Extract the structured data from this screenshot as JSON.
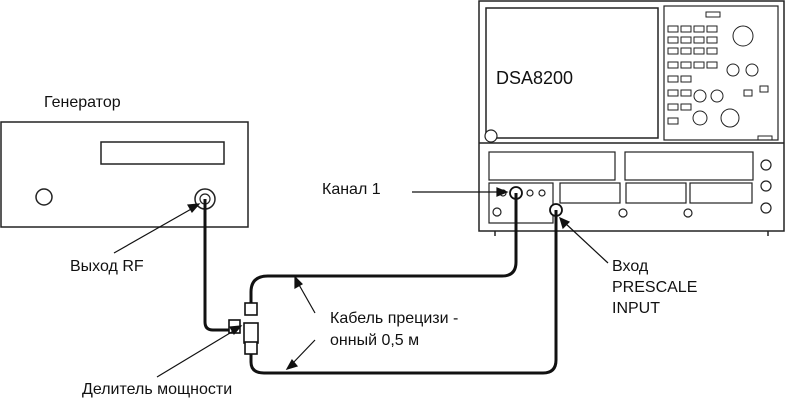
{
  "labels": {
    "generator": "Генератор",
    "scope_model": "DSA8200",
    "channel1": "Канал 1",
    "rf_output": "Выход RF",
    "prescale_line1": "Вход",
    "prescale_line2": "PRESCALE",
    "prescale_line3": "INPUT",
    "cable_line1": "Кабель прецизи -",
    "cable_line2": "онный 0,5 м",
    "splitter": "Делитель мощности"
  }
}
